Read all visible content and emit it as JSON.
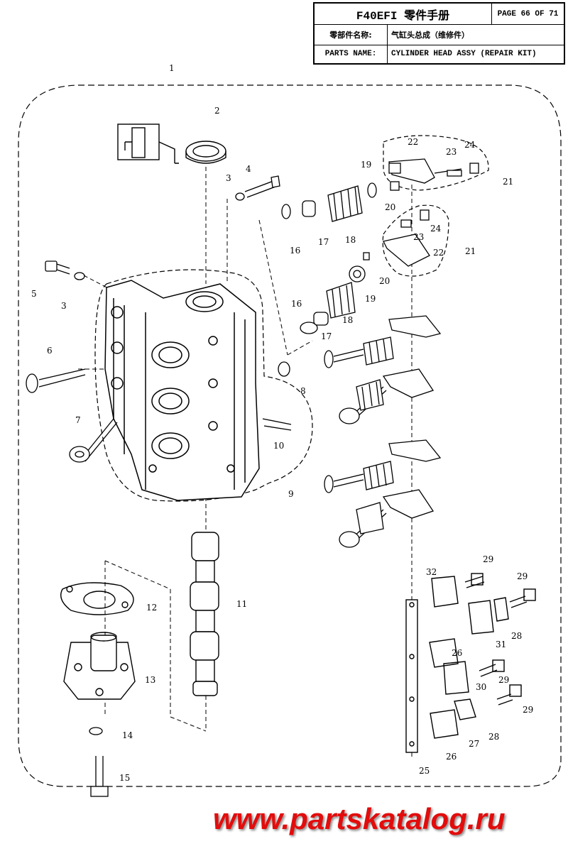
{
  "header": {
    "title": "F40EFI 零件手册",
    "page": "PAGE 66 OF 71",
    "name_cn_label": "零部件名称:",
    "name_cn_value": "气缸头总成（维修件）",
    "name_en_label": "PARTS NAME:",
    "name_en_value": "CYLINDER HEAD ASSY (REPAIR KIT)"
  },
  "callouts": [
    "1",
    "2",
    "3",
    "4",
    "3",
    "5",
    "6",
    "7",
    "8",
    "9",
    "10",
    "11",
    "12",
    "13",
    "14",
    "15",
    "16",
    "17",
    "18",
    "19",
    "20",
    "21",
    "22",
    "23",
    "24",
    "16",
    "17",
    "18",
    "19",
    "20",
    "21",
    "22",
    "23",
    "24",
    "25",
    "26",
    "26",
    "27",
    "28",
    "28",
    "29",
    "29",
    "29",
    "29",
    "30",
    "31",
    "32"
  ],
  "watermark": "www.partskatalog.ru"
}
